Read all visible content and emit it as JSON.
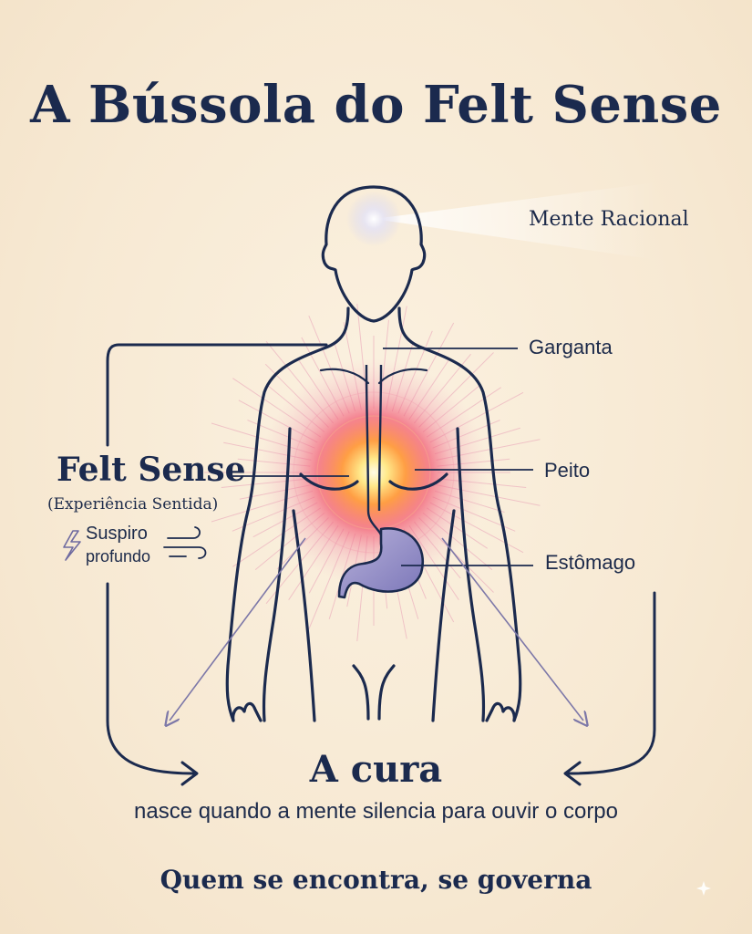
{
  "title": "A Bússola do Felt Sense",
  "labels": {
    "mente": "Mente Racional",
    "garganta": "Garganta",
    "peito": "Peito",
    "estomago": "Estômago"
  },
  "felt_sense": {
    "title": "Felt Sense",
    "subtitle": "(Experiência Sentida)",
    "suspiro_line1": "Suspiro",
    "suspiro_line2": "profundo"
  },
  "cura": {
    "title": "A cura",
    "subtitle": "nasce quando a mente silencia para ouvir o corpo"
  },
  "motto": "Quem se encontra, se governa",
  "colors": {
    "navy": "#1b2a4e",
    "glow_core": "#fff6c8",
    "glow_orange": "#ff9a3c",
    "glow_pink": "#f06a8a",
    "stomach": "#8d88c4",
    "background": "#f8ecd8"
  }
}
